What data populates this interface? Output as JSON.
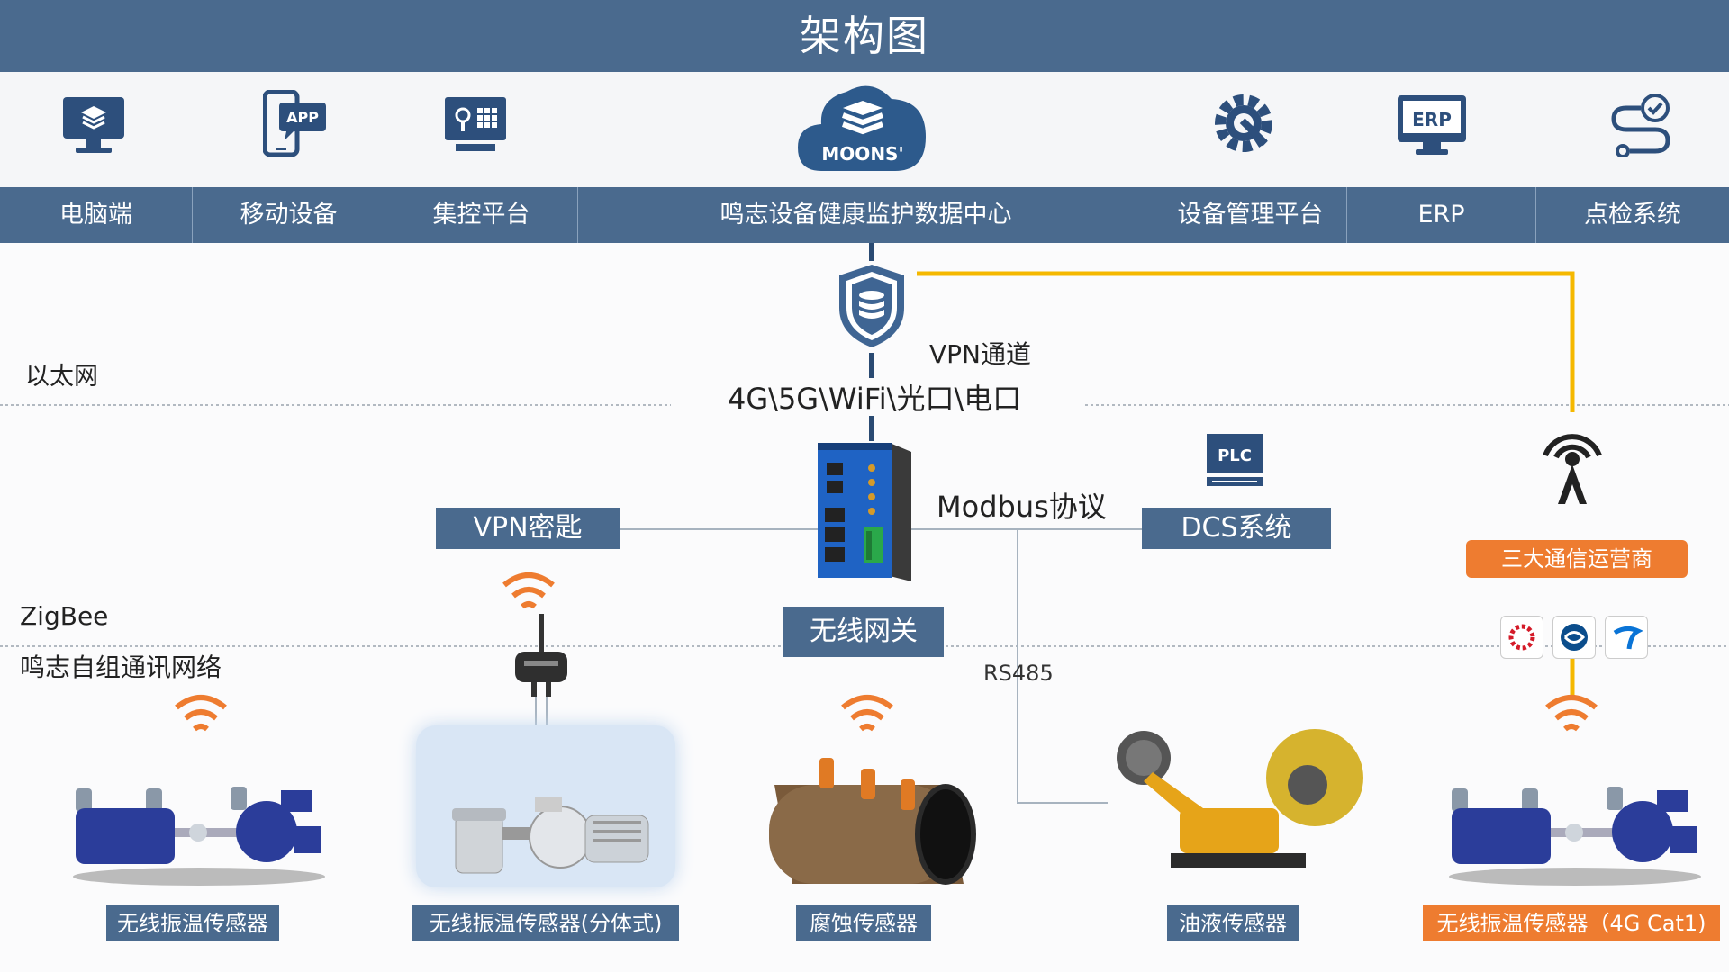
{
  "header": {
    "title": "架构图"
  },
  "top_nav": [
    {
      "label": "电脑端",
      "icon": "monitor-layers-icon"
    },
    {
      "label": "移动设备",
      "icon": "mobile-app-icon"
    },
    {
      "label": "集控平台",
      "icon": "control-platform-icon"
    },
    {
      "label": "鸣志设备健康监护数据中心",
      "icon": "moons-cloud-icon"
    },
    {
      "label": "设备管理平台",
      "icon": "gear-wrench-icon"
    },
    {
      "label": "ERP",
      "icon": "erp-monitor-icon"
    },
    {
      "label": "点检系统",
      "icon": "route-check-icon"
    }
  ],
  "logo": {
    "text": "MOONS'"
  },
  "erp_icon_text": "ERP",
  "app_icon_text": "APP",
  "network": {
    "ethernet_label": "以太网",
    "zigbee_label": "ZigBee",
    "mesh_label": "鸣志自组通讯网络",
    "vpn_channel": "VPN通道",
    "links": "4G\\5G\\WiFi\\光口\\电口",
    "modbus": "Modbus协议",
    "rs485": "RS485"
  },
  "nodes": {
    "vpn_key": "VPN密匙",
    "dcs": "DCS系统",
    "plc": "PLC",
    "gateway": "无线网关",
    "carriers": "三大通信运营商"
  },
  "sensors": [
    {
      "label": "无线振温传感器"
    },
    {
      "label": "无线振温传感器(分体式)"
    },
    {
      "label": "腐蚀传感器"
    },
    {
      "label": "油液传感器"
    },
    {
      "label": "无线振温传感器（4G Cat1)"
    }
  ],
  "colors": {
    "primary": "#4a6a8e",
    "accent_orange": "#ee7c30",
    "yellow_line": "#f5b800",
    "dark_line": "#2a4a72"
  }
}
